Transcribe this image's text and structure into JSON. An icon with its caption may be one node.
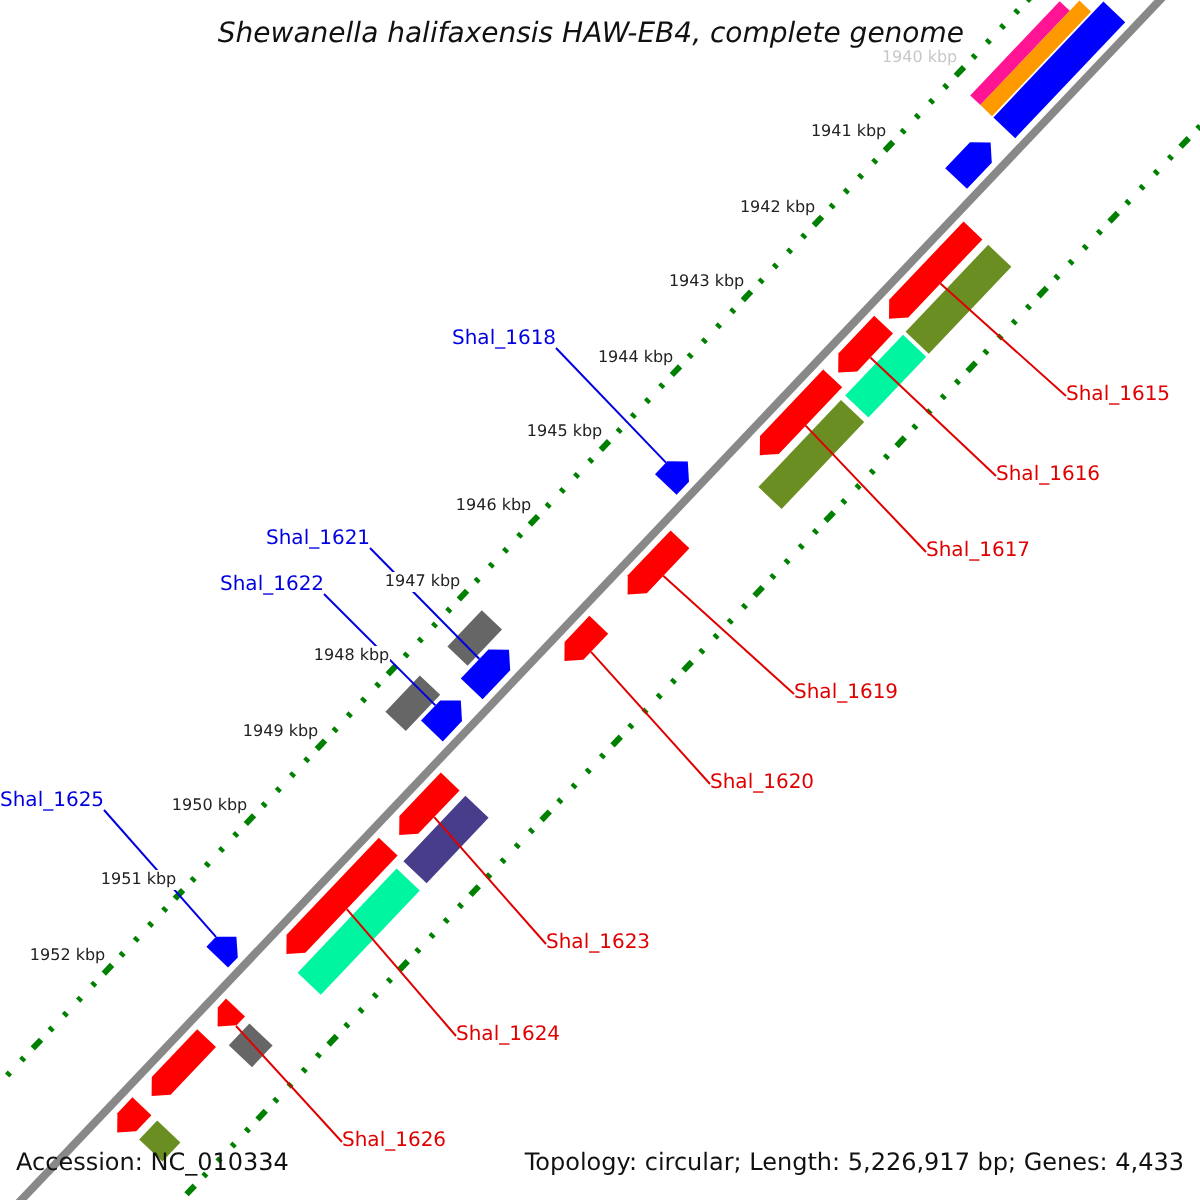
{
  "diagram": {
    "title": "Shewanella halifaxensis HAW-EB4, complete genome",
    "nodes": [
      {
        "text": [
          "Shal_1615"
        ]
      },
      {
        "text": [],
        "shape": "arrow"
      },
      {
        "text": [
          "Shal_1618"
        ]
      },
      {
        "text": [],
        "shape": "arrow"
      },
      {
        "text": [
          "Shal_1616"
        ]
      },
      {
        "text": [],
        "shape": "arrow"
      },
      {
        "text": [
          "Shal_1617"
        ]
      },
      {
        "text": [],
        "shape": "arrow"
      },
      {
        "text": [
          "Shal_1621"
        ]
      },
      {
        "text": [],
        "shape": "arrow"
      },
      {
        "text": [
          "Shal_1622"
        ]
      },
      {
        "text": [],
        "shape": "arrow"
      },
      {
        "text": [
          "Shal_1619"
        ]
      },
      {
        "text": [],
        "shape": "arrow"
      },
      {
        "text": [
          "Shal_1620"
        ]
      },
      {
        "text": [],
        "shape": "arrow"
      },
      {
        "text": [
          "Shal_1625"
        ]
      },
      {
        "text": [],
        "shape": "arrow"
      },
      {
        "text": [
          "Shal_1623"
        ]
      },
      {
        "text": [],
        "shape": "arrow"
      },
      {
        "text": [
          "Shal_1624"
        ]
      },
      {
        "text": [],
        "shape": "arrow"
      },
      {
        "text": [
          "Shal_1626"
        ]
      },
      {
        "text": [],
        "shape": "arrow"
      },
      {
        "text": [],
        "shape": "bar"
      },
      {
        "text": [],
        "shape": "bar"
      },
      {
        "text": [],
        "shape": "bar"
      },
      {
        "text": [],
        "shape": "arrow"
      },
      {
        "text": [],
        "shape": "bar"
      },
      {
        "text": [],
        "shape": "bar"
      },
      {
        "text": [],
        "shape": "bar"
      },
      {
        "text": [],
        "shape": "bar"
      },
      {
        "text": [],
        "shape": "bar"
      },
      {
        "text": [],
        "shape": "bar"
      },
      {
        "text": [],
        "shape": "bar"
      },
      {
        "text": [],
        "shape": "bar"
      },
      {
        "text": [],
        "shape": "arrow"
      },
      {
        "text": [],
        "shape": "arrow"
      },
      {
        "text": [],
        "shape": "bar"
      }
    ],
    "edges": [
      {
        "from": 0,
        "to": 1,
        "arrow": "none"
      },
      {
        "from": 2,
        "to": 3,
        "arrow": "none",
        "color": "#0000e0"
      },
      {
        "from": 4,
        "to": 5,
        "arrow": "none"
      },
      {
        "from": 6,
        "to": 7,
        "arrow": "none"
      },
      {
        "from": 8,
        "to": 9,
        "arrow": "none",
        "color": "#0000e0"
      },
      {
        "from": 10,
        "to": 11,
        "arrow": "none",
        "color": "#0000e0"
      },
      {
        "from": 12,
        "to": 13,
        "arrow": "none"
      },
      {
        "from": 14,
        "to": 15,
        "arrow": "none"
      },
      {
        "from": 16,
        "to": 17,
        "arrow": "none",
        "color": "#0000e0"
      },
      {
        "from": 18,
        "to": 19,
        "arrow": "none"
      },
      {
        "from": 20,
        "to": 21,
        "arrow": "none"
      },
      {
        "from": 22,
        "to": 23,
        "arrow": "none"
      }
    ],
    "labels": [
      "1940 kbp",
      "1941 kbp",
      "1942 kbp",
      "1943 kbp",
      "1944 kbp",
      "1945 kbp",
      "1946 kbp",
      "1947 kbp",
      "1948 kbp",
      "1949 kbp",
      "1950 kbp",
      "1951 kbp",
      "1952 kbp",
      "Accession: NC_010334",
      "Topology: circular; Length: 5,226,917 bp; Genes: 4,433"
    ]
  }
}
